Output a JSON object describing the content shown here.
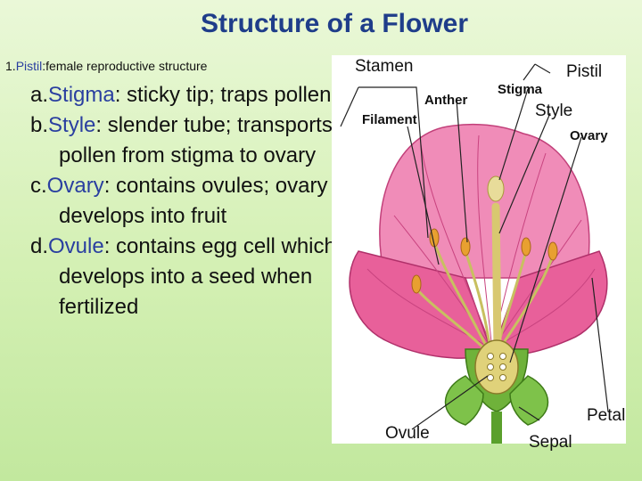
{
  "title": "Structure of a Flower",
  "intro": {
    "num": "1.",
    "term": "Pistil",
    "text": ":female reproductive structure"
  },
  "items": [
    {
      "marker": "a.",
      "term": "Stigma",
      "text": ": sticky tip; traps pollen"
    },
    {
      "marker": "b.",
      "term": "Style",
      "text": ": slender tube; transports pollen from stigma to ovary"
    },
    {
      "marker": "c.",
      "term": "Ovary",
      "text": ": contains ovules; ovary develops into fruit"
    },
    {
      "marker": "d.",
      "term": "Ovule",
      "text": ":  contains egg cell which develops into a seed when fertilized"
    }
  ],
  "diagram": {
    "labels": {
      "stamen": "Stamen",
      "anther": "Anther",
      "filament": "Filament",
      "pistil": "Pistil",
      "stigma": "Stigma",
      "style": "Style",
      "ovary": "Ovary",
      "ovule": "Ovule",
      "petal": "Petal",
      "sepal": "Sepal"
    }
  },
  "colors": {
    "title": "#1f3d8a",
    "term": "#2a3fa0",
    "petal": "#e8609a",
    "stem": "#5aa02c"
  }
}
